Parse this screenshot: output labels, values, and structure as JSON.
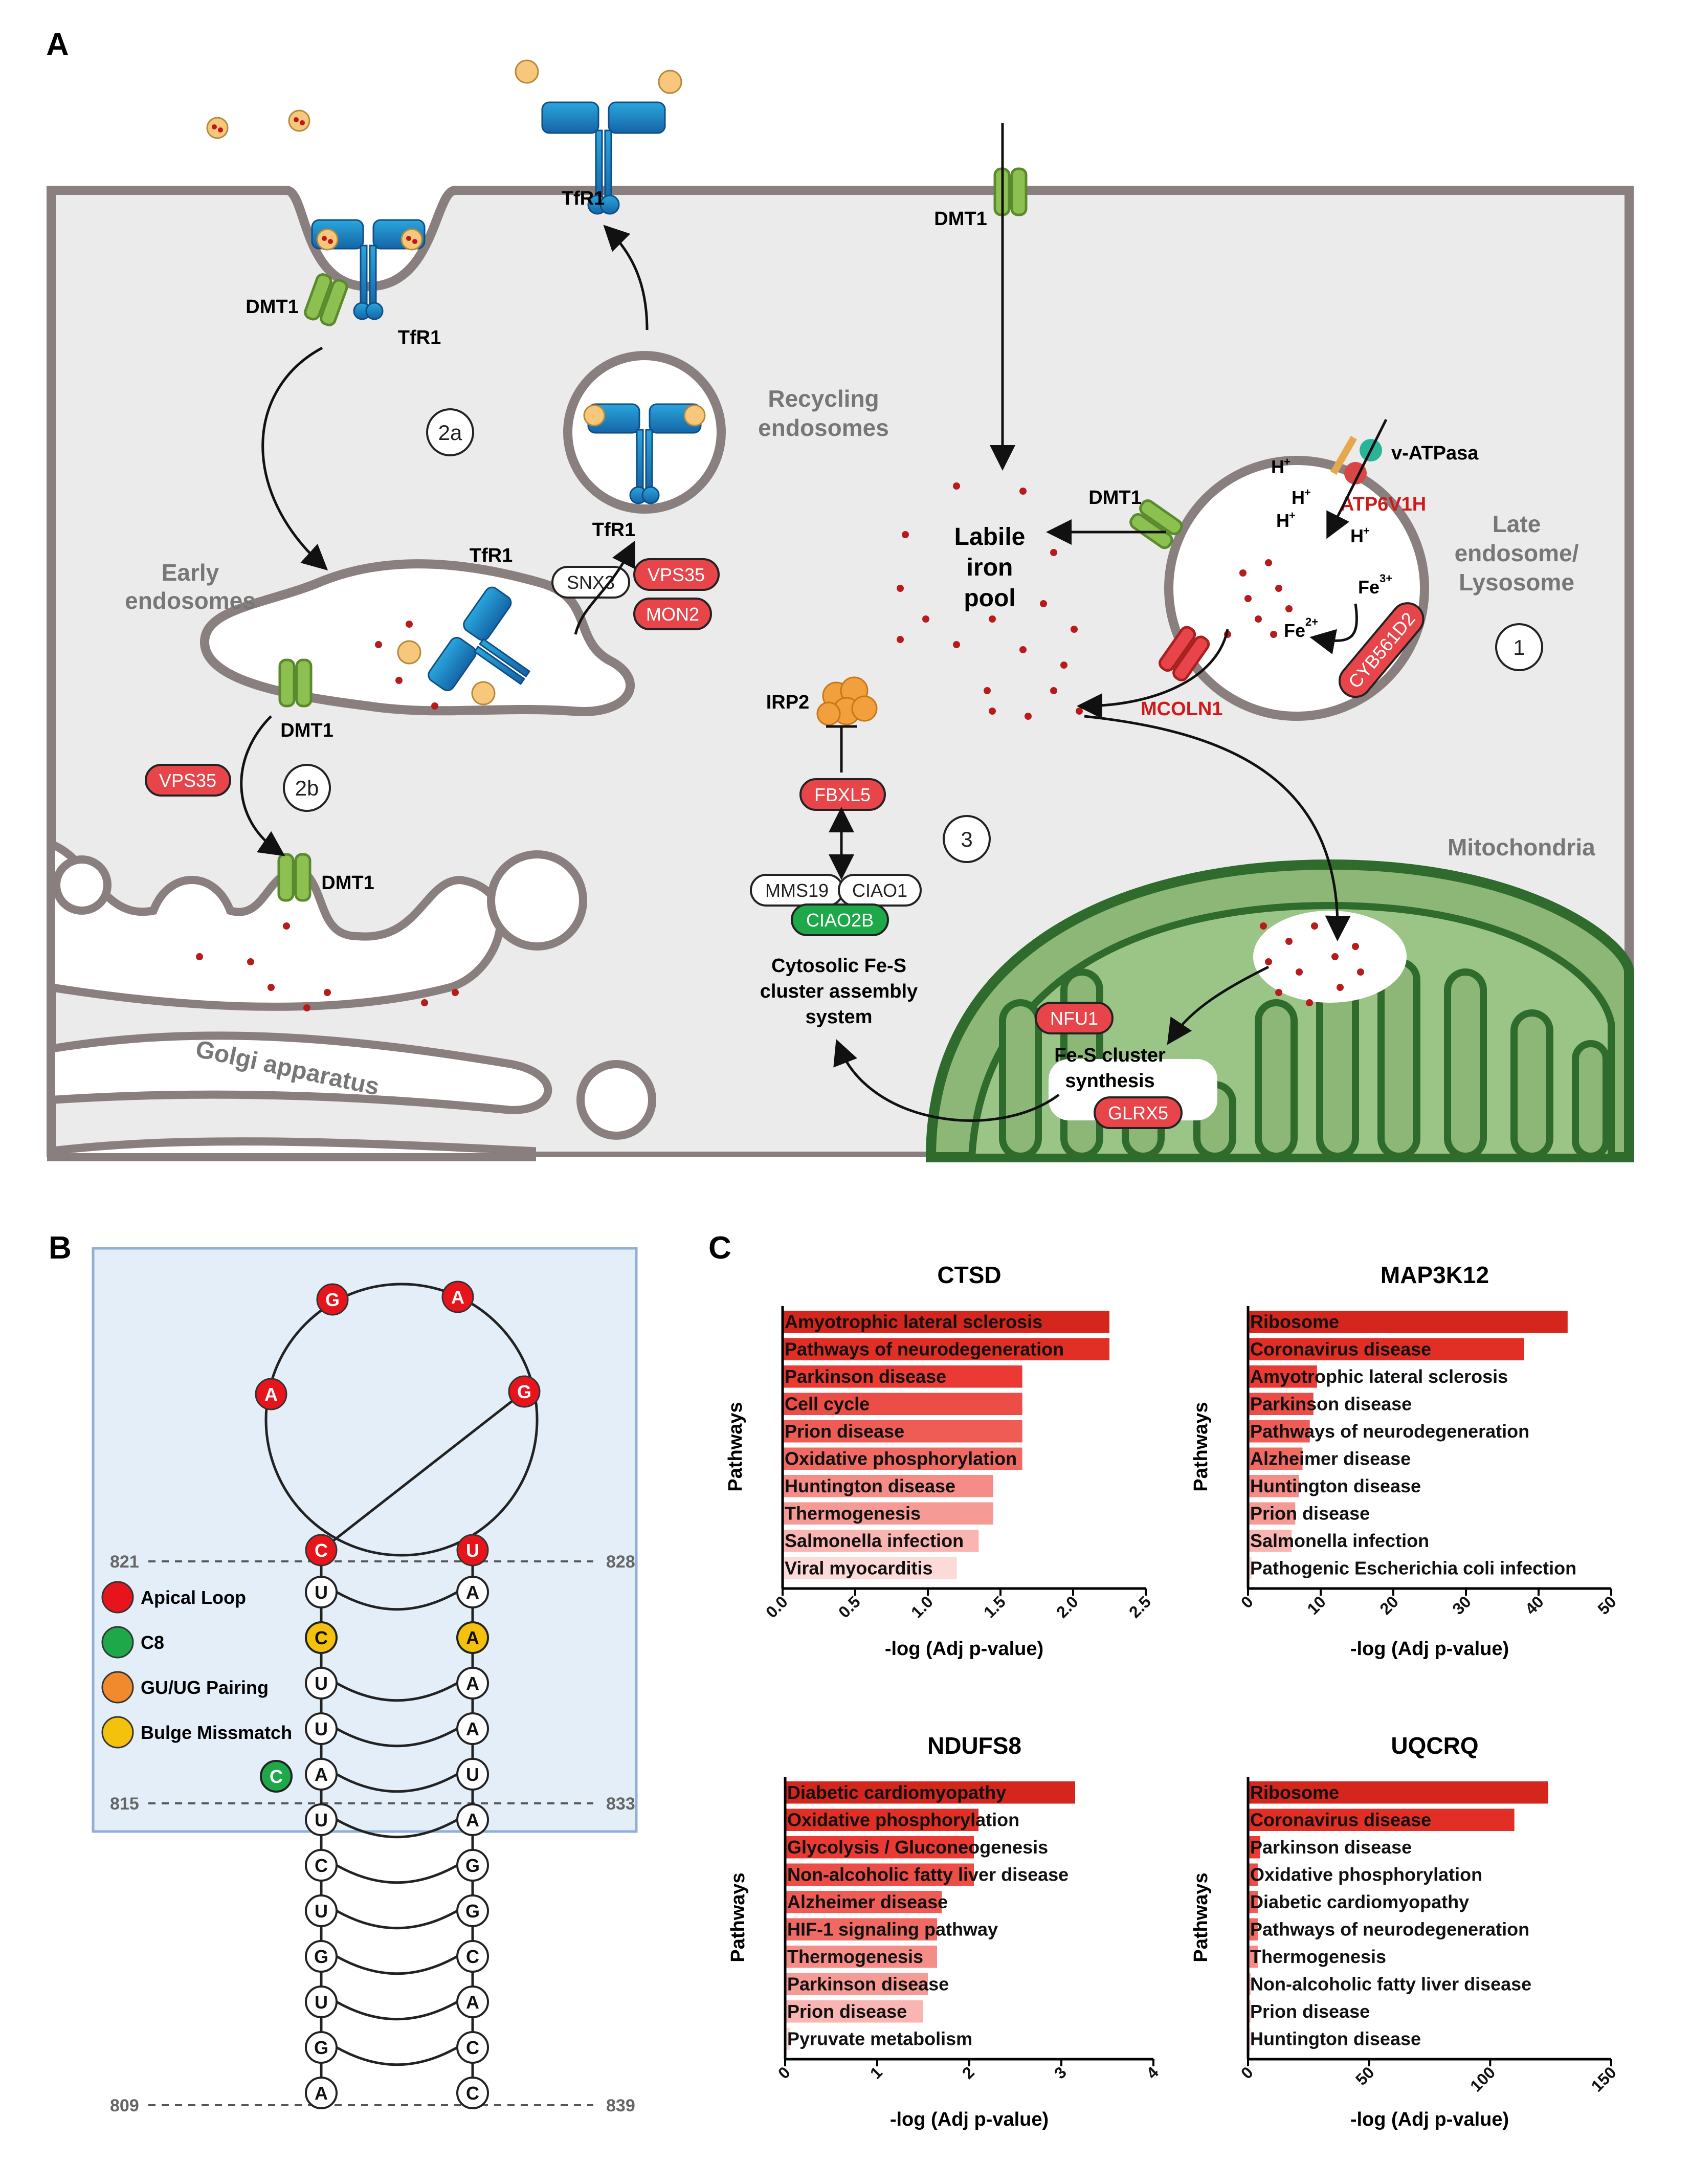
{
  "panels": {
    "a": "A",
    "b": "B",
    "c": "C"
  },
  "panelA": {
    "dmt1": "DMT1",
    "tfr1": "TfR1",
    "recycling": [
      "Recycling",
      "endosomes"
    ],
    "early": [
      "Early",
      "endosomes"
    ],
    "late": [
      "Late",
      "endosome/",
      "Lysosome"
    ],
    "labile": [
      "Labile",
      "iron",
      "pool"
    ],
    "vatpase": "v-ATPasa",
    "atp6v1h": "ATP6V1H",
    "proton": "H",
    "fe3": "Fe",
    "fe3sup": "3+",
    "fe2": "Fe",
    "fe2sup": "2+",
    "cyb": "CYB561D2",
    "mcoln1": "MCOLN1",
    "irp2": "IRP2",
    "fbxl5": "FBXL5",
    "mms19": "MMS19",
    "ciao1": "CIAO1",
    "ciao2b": "CIAO2B",
    "cytosolic": [
      "Cytosolic Fe-S",
      "cluster assembly",
      "system"
    ],
    "mito": "Mitochondria",
    "nfu1": "NFU1",
    "fes": [
      "Fe-S cluster",
      "synthesis"
    ],
    "glrx5": "GLRX5",
    "golgi": "Golgi apparatus",
    "snx3": "SNX3",
    "vps35": "VPS35",
    "mon2": "MON2",
    "steps": [
      "2a",
      "2b",
      "1",
      "3"
    ]
  },
  "panelB": {
    "loop": [
      "G",
      "A",
      "A",
      "G",
      "C",
      "U"
    ],
    "left": [
      "U",
      "C",
      "U",
      "U",
      "A",
      "U",
      "C",
      "U",
      "G",
      "U",
      "G",
      "A"
    ],
    "right": [
      "A",
      "A",
      "A",
      "A",
      "U",
      "A",
      "G",
      "G",
      "C",
      "A",
      "C",
      "C"
    ],
    "bulge": "C",
    "pos": {
      "p821": "821",
      "p828": "828",
      "p815": "815",
      "p833": "833",
      "p809": "809",
      "p839": "839"
    },
    "legend": [
      "Apical Loop",
      "C8",
      "GU/UG Pairing",
      "Bulge Missmatch"
    ],
    "colors": {
      "apical": "#e8141c",
      "c8": "#1ea84a",
      "gu": "#f08a2c",
      "bulge": "#f4c20d"
    }
  },
  "chart_data": [
    {
      "type": "bar",
      "title": "CTSD",
      "xlabel": "-log (Adj p-value)",
      "ylabel": "Pathways",
      "xlim": [
        0,
        2.5
      ],
      "xticks": [
        "0.0",
        "0.5",
        "1.0",
        "1.5",
        "2.0",
        "2.5"
      ],
      "categories": [
        "Amyotrophic lateral sclerosis",
        "Pathways of neurodegeneration",
        "Parkinson disease",
        "Cell cycle",
        "Prion disease",
        "Oxidative phosphorylation",
        "Huntington disease",
        "Thermogenesis",
        "Salmonella infection",
        "Viral myocarditis"
      ],
      "values": [
        2.25,
        2.25,
        1.65,
        1.65,
        1.65,
        1.65,
        1.45,
        1.45,
        1.35,
        1.2
      ]
    },
    {
      "type": "bar",
      "title": "MAP3K12",
      "xlabel": "-log (Adj p-value)",
      "ylabel": "Pathways",
      "xlim": [
        0,
        50
      ],
      "xticks": [
        "0",
        "10",
        "20",
        "30",
        "40",
        "50"
      ],
      "categories": [
        "Ribosome",
        "Coronavirus disease",
        "Amyotrophic lateral sclerosis",
        "Parkinson disease",
        "Pathways of neurodegeneration",
        "Alzheimer disease",
        "Huntington disease",
        "Prion disease",
        "Salmonella infection",
        "Pathogenic Escherichia coli infection"
      ],
      "values": [
        44,
        38,
        9.5,
        9,
        8.5,
        7.5,
        7,
        6.5,
        6,
        0.5
      ]
    },
    {
      "type": "bar",
      "title": "NDUFS8",
      "xlabel": "-log (Adj p-value)",
      "ylabel": "Pathways",
      "xlim": [
        0,
        4
      ],
      "xticks": [
        "0",
        "1",
        "2",
        "3",
        "4"
      ],
      "categories": [
        "Diabetic cardiomyopathy",
        "Oxidative phosphorylation",
        "Glycolysis / Gluconeogenesis",
        "Non-alcoholic fatty liver disease",
        "Alzheimer disease",
        "HIF-1 signaling pathway",
        "Thermogenesis",
        "Parkinson disease",
        "Prion disease",
        "Pyruvate metabolism"
      ],
      "values": [
        3.15,
        2.1,
        2.05,
        2.05,
        1.7,
        1.65,
        1.65,
        1.55,
        1.5,
        0.05
      ]
    },
    {
      "type": "bar",
      "title": "UQCRQ",
      "xlabel": "-log (Adj p-value)",
      "ylabel": "Pathways",
      "xlim": [
        0,
        150
      ],
      "xticks": [
        "0",
        "50",
        "100",
        "150"
      ],
      "categories": [
        "Ribosome",
        "Coronavirus disease",
        "Parkinson disease",
        "Oxidative phosphorylation",
        "Diabetic cardiomyopathy",
        "Pathways of neurodegeneration",
        "Thermogenesis",
        "Non-alcoholic fatty liver disease",
        "Prion disease",
        "Huntington disease"
      ],
      "values": [
        124,
        110,
        5,
        4,
        4,
        4,
        4,
        1,
        1,
        1
      ]
    }
  ]
}
